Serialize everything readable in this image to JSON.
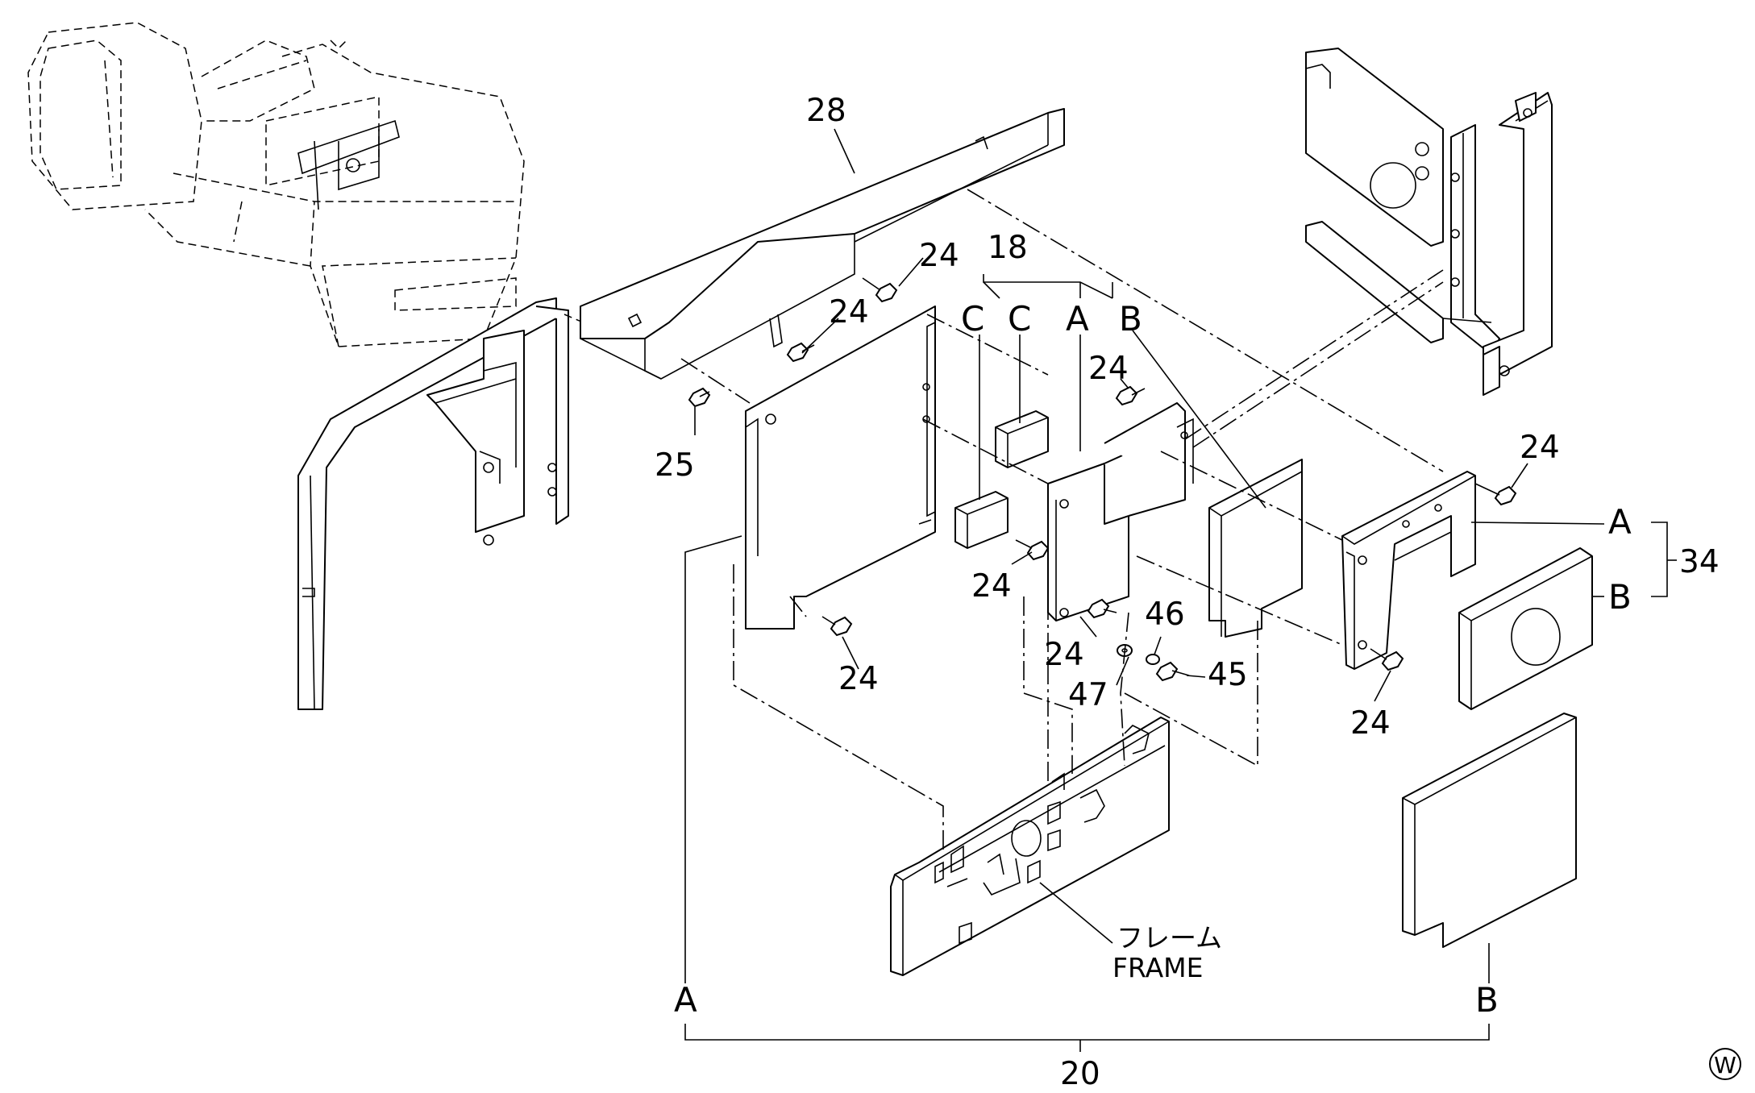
{
  "labels": {
    "p28": "28",
    "p18": "18",
    "p24a": "24",
    "p24b": "24",
    "p24c": "24",
    "p24d": "24",
    "p24e": "24",
    "p24f": "24",
    "p24g": "24",
    "p24h": "24",
    "p25": "25",
    "p46": "46",
    "p47": "47",
    "p45": "45",
    "p34": "34",
    "p20": "20"
  },
  "letters": {
    "c1": "C",
    "c2": "C",
    "a1": "A",
    "b1": "B",
    "a34": "A",
    "b34": "B",
    "a20": "A",
    "b20": "B"
  },
  "frame_jp": "フレーム",
  "frame_en": "FRAME",
  "corner_mark": "W",
  "colors": {
    "line": "#000000",
    "background": "#ffffff"
  }
}
